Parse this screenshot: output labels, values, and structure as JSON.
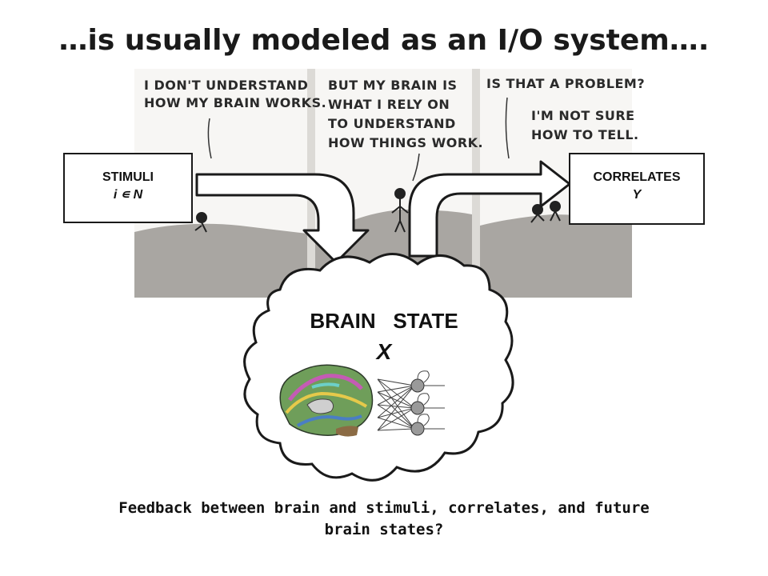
{
  "title": "…is usually modeled as an I/O system….",
  "comic": {
    "panel1": [
      "I DON'T UNDERSTAND",
      "HOW MY BRAIN WORKS."
    ],
    "panel2": [
      "BUT MY BRAIN IS",
      "WHAT I RELY ON",
      "TO UNDERSTAND",
      "HOW THINGS WORK."
    ],
    "panel3_a": [
      "IS THAT A PROBLEM?"
    ],
    "panel3_b": [
      "I'M NOT SURE",
      "HOW TO TELL."
    ]
  },
  "stimuli": {
    "label": "STIMULI",
    "sub": "i ∊ N"
  },
  "correlates": {
    "label": "CORRELATES",
    "sub": "Y"
  },
  "brain": {
    "label": "BRAIN   STATE",
    "sub": "X"
  },
  "footer": [
    "Feedback between brain and stimuli, correlates, and future",
    "brain states?"
  ],
  "colors": {
    "hill": "#a9a6a2",
    "panel_bg": "#dcdad6",
    "border": "#1a1a1a"
  }
}
